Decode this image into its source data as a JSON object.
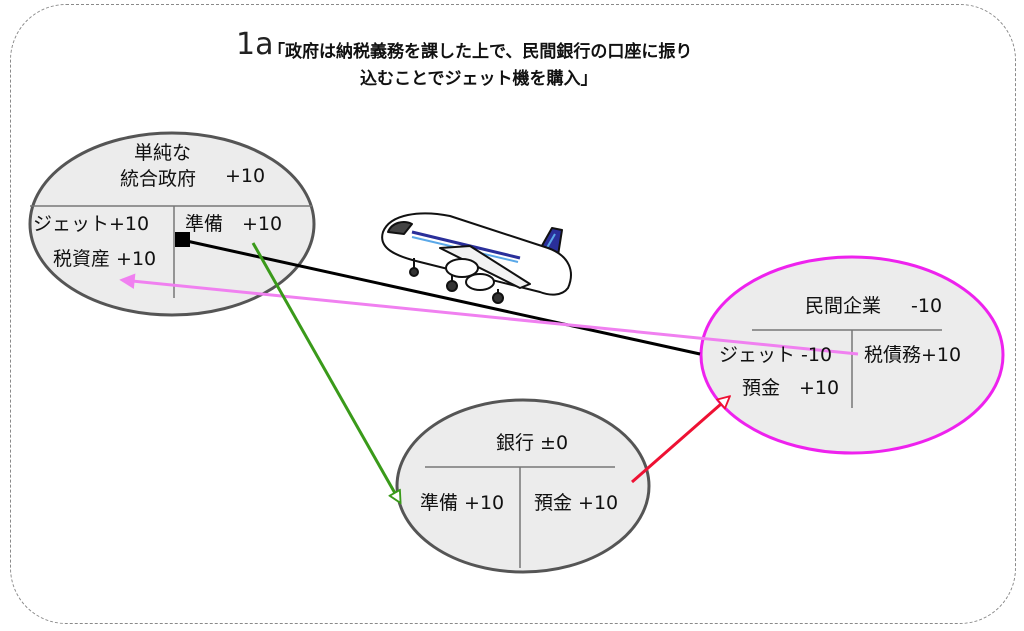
{
  "title": {
    "number": "1a",
    "line1": "「政府は納税義務を課した上で、民間銀行の口座に振り",
    "line2": "込むことでジェット機を購入」"
  },
  "government": {
    "name_line1": "単純な",
    "name_line2": "統合政府",
    "net": "+10",
    "left_item1": "ジェット+10",
    "left_item2": "税資産 +10",
    "right_item": "準備　+10"
  },
  "company": {
    "name": "民間企業",
    "net": "-10",
    "left_item1": "ジェット -10",
    "left_item2": "預金　+10",
    "right_item": "税債務+10"
  },
  "bank": {
    "name": "銀行 ±0",
    "left_item": "準備 +10",
    "right_item": "預金 +10"
  },
  "colors": {
    "government_ellipse": "#555555",
    "company_ellipse": "#ee22ee",
    "bank_ellipse": "#555555",
    "ellipse_fill": "#ececec",
    "jet_flow_line": "#000000",
    "tax_flow_arrow": "#f080f0",
    "reserve_flow_arrow": "#3a9a1a",
    "deposit_flow_arrow": "#ee1133"
  },
  "icons": [
    "airplane-icon",
    "square-marker-icon"
  ]
}
